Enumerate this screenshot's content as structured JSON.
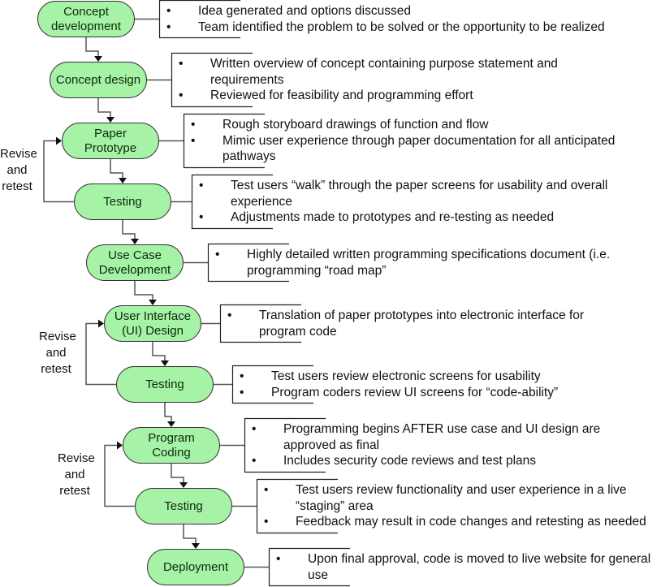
{
  "colors": {
    "node_fill": "#a6f2a6",
    "node_stroke": "#333333",
    "line": "#555555",
    "arrow": "#111111"
  },
  "steps": [
    {
      "label": "Concept\ndevelopment",
      "notes": [
        "Idea generated and options discussed",
        "Team identified the problem to be solved or the opportunity to be realized"
      ]
    },
    {
      "label": "Concept design",
      "notes": [
        "Written overview of concept containing purpose statement and requirements",
        "Reviewed for feasibility and programming effort"
      ]
    },
    {
      "label": "Paper\nPrototype",
      "notes": [
        "Rough storyboard drawings of function and flow",
        "Mimic user experience through paper documentation for all anticipated pathways"
      ]
    },
    {
      "label": "Testing",
      "notes": [
        "Test users “walk” through the paper screens for usability and overall experience",
        "Adjustments made to prototypes and re-testing as needed"
      ]
    },
    {
      "label": "Use Case\nDevelopment",
      "notes": [
        "Highly detailed written programming specifications document  (i.e. programming “road map”"
      ]
    },
    {
      "label": "User Interface\n(UI) Design",
      "notes": [
        "Translation of paper prototypes into electronic interface for program code"
      ]
    },
    {
      "label": "Testing",
      "notes": [
        "Test users review electronic screens for usability",
        "Program coders review UI screens for “code-ability”"
      ]
    },
    {
      "label": "Program\nCoding",
      "notes": [
        "Programming begins AFTER use case and UI design are approved as final",
        "Includes security code reviews and test plans"
      ]
    },
    {
      "label": "Testing",
      "notes": [
        "Test users review functionality and user experience in a live “staging” area",
        "Feedback may result in code changes and retesting as needed"
      ]
    },
    {
      "label": "Deployment",
      "notes": [
        "Upon final approval, code is moved to live website for general use"
      ]
    }
  ],
  "loops": [
    {
      "label": "Revise\nand\nretest",
      "from_step": 3,
      "to_step": 2
    },
    {
      "label": "Revise\nand\nretest",
      "from_step": 6,
      "to_step": 5
    },
    {
      "label": "Revise\nand\nretest",
      "from_step": 8,
      "to_step": 7
    }
  ],
  "bullet_glyph": "•"
}
